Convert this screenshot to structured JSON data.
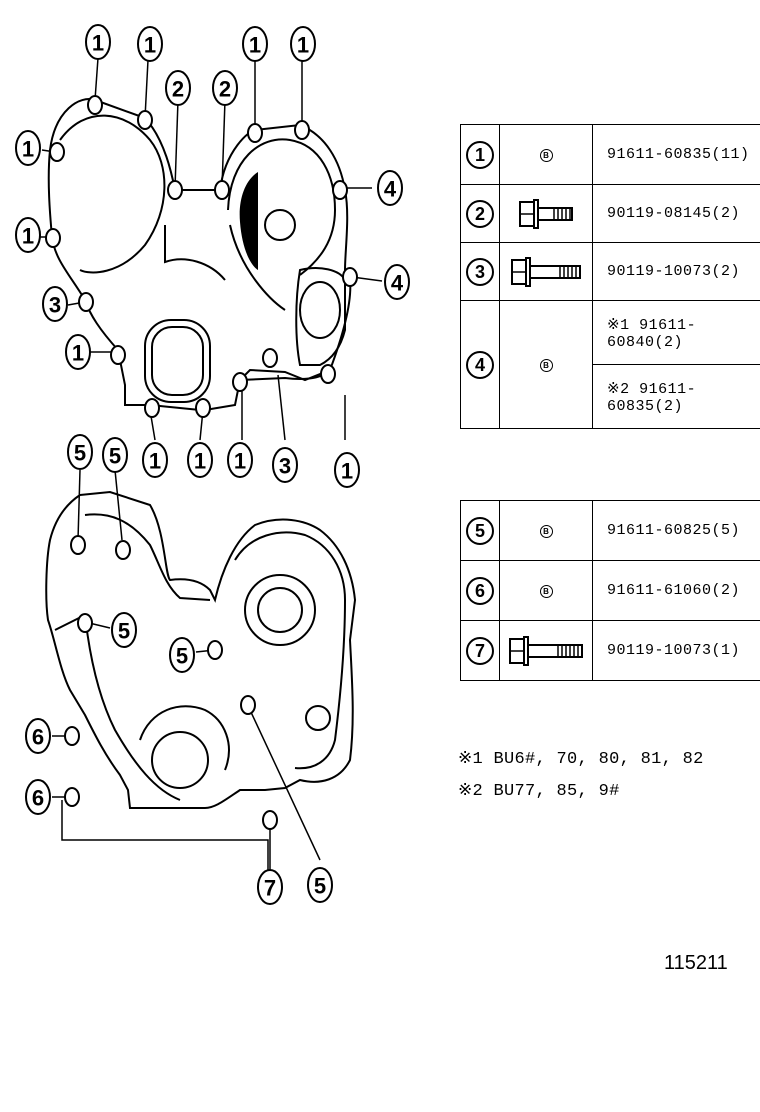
{
  "callouts": {
    "one": "1",
    "two": "2",
    "three": "3",
    "four": "4",
    "five": "5",
    "six": "6",
    "seven": "7"
  },
  "table_top": {
    "rows": [
      {
        "num": "1",
        "icon": "flange-nut-icon",
        "mark": "B",
        "part": "91611-60835(11)"
      },
      {
        "num": "2",
        "icon": "flange-bolt-icon",
        "part": "90119-08145(2)"
      },
      {
        "num": "3",
        "icon": "flange-bolt-icon",
        "part": "90119-10073(2)"
      },
      {
        "num": "4",
        "icon": "flange-nut-icon",
        "mark": "B",
        "part_a": "※1 91611-60840(2)",
        "part_b": "※2 91611-60835(2)"
      }
    ]
  },
  "table_bottom": {
    "rows": [
      {
        "num": "5",
        "icon": "flange-nut-icon",
        "mark": "B",
        "part": "91611-60825(5)"
      },
      {
        "num": "6",
        "icon": "flange-nut-icon",
        "mark": "B",
        "part": "91611-61060(2)"
      },
      {
        "num": "7",
        "icon": "flange-bolt-icon",
        "part": "90119-10073(1)"
      }
    ]
  },
  "notes": {
    "note1": "※1 BU6#, 70, 80, 81, 82",
    "note2": "※2 BU77, 85, 9#"
  },
  "reference": "115211"
}
